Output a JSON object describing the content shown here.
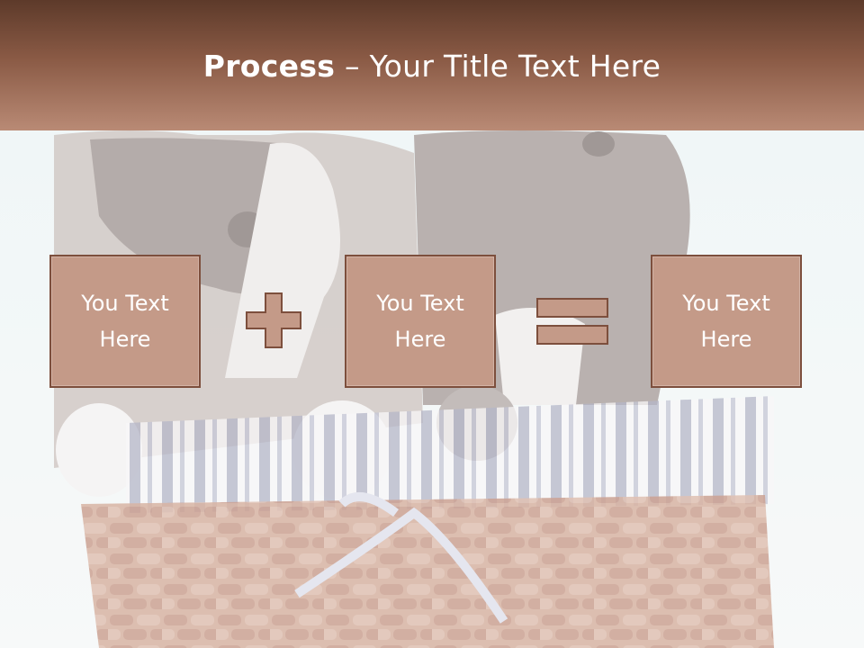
{
  "title": {
    "bold": "Process",
    "rest": " – Your Title Text Here"
  },
  "boxes": [
    {
      "text": "You Text Here"
    },
    {
      "text": "You Text Here"
    },
    {
      "text": "You Text Here"
    }
  ],
  "operators": {
    "first": "plus-icon",
    "second": "equals-icon"
  },
  "colors": {
    "banner": "#8a5a45",
    "box_fill": "#c49a88",
    "box_border": "#7d4f3d"
  }
}
